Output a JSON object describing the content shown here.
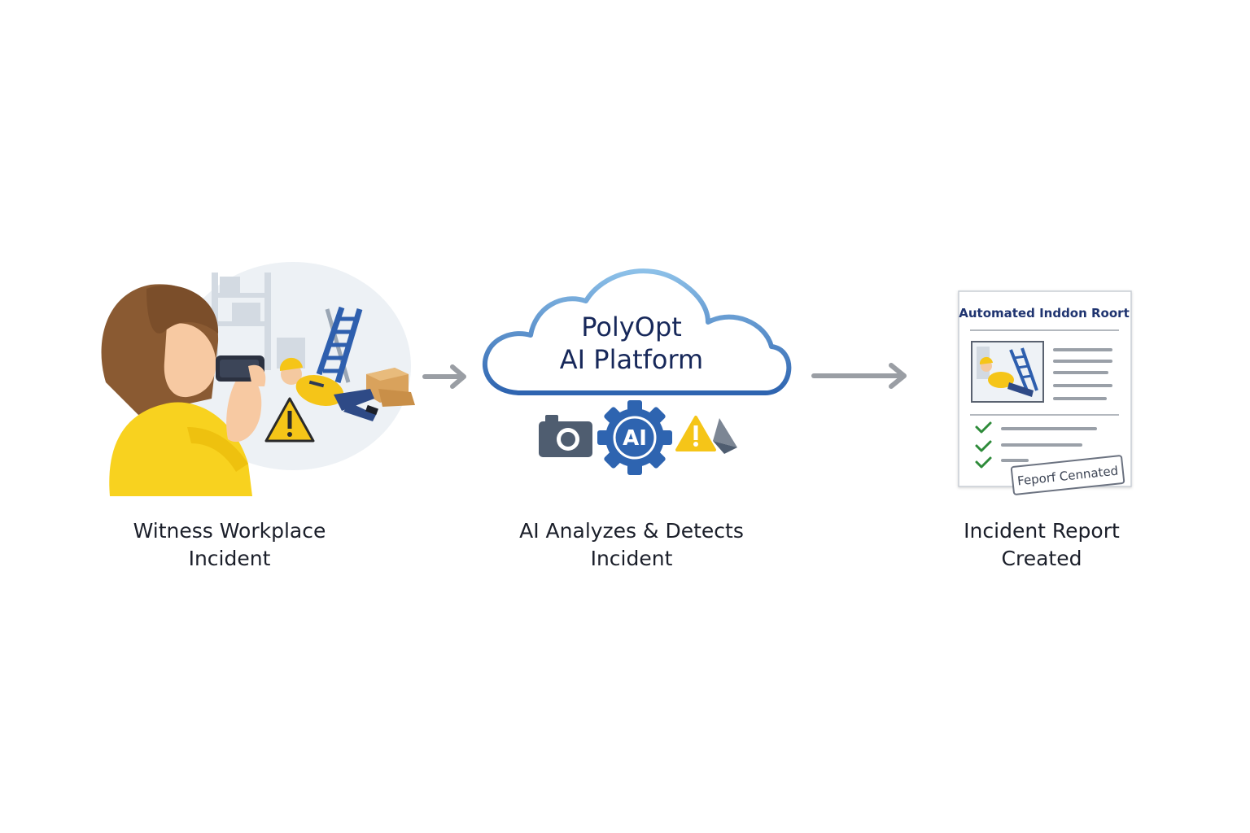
{
  "colors": {
    "primary_blue": "#2e64b0",
    "light_blue": "#8cc0e8",
    "navy_text": "#17285a",
    "arrow_gray": "#9a9ea4",
    "warning_yellow": "#f5c518",
    "shirt_yellow": "#f8d21f",
    "check_green": "#2e8b3a"
  },
  "steps": [
    {
      "id": "witness",
      "icons": [
        "witness-person-icon",
        "smartphone-icon",
        "ladder-icon",
        "fallen-worker-icon",
        "box-icon",
        "warning-icon"
      ],
      "label_line1": "Witness Workplace",
      "label_line2": "Incident"
    },
    {
      "id": "ai",
      "cloud_line1": "PolyOpt",
      "cloud_line2": "AI Platform",
      "gear_text": "AI",
      "icons": [
        "cloud-icon",
        "camera-icon",
        "ai-gear-icon",
        "warning-icon",
        "send-icon"
      ],
      "label_line1": "AI Analyzes & Detects",
      "label_line2": "Incident"
    },
    {
      "id": "report",
      "doc_title": "Automated Inddon Roort",
      "stamp": "Feporf Cennated",
      "icons": [
        "report-document-icon",
        "incident-photo-icon",
        "checkmark-icon",
        "stamp-icon"
      ],
      "label_line1": "Incident Report",
      "label_line2": "Created"
    }
  ],
  "arrows": [
    "arrow-icon",
    "arrow-icon"
  ]
}
